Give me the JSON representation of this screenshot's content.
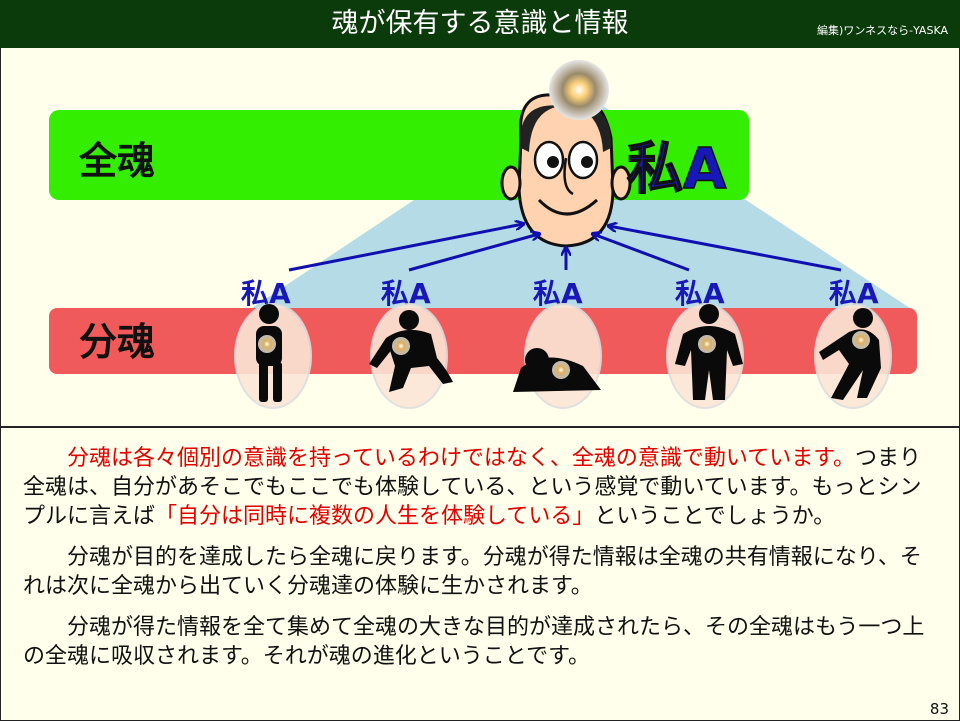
{
  "header": {
    "title": "魂が保有する意識と情報",
    "credit": "編集)ワンネスなら-YASKA"
  },
  "diagram": {
    "zen_label": "全魂",
    "bun_label": "分魂",
    "main_label": "私A",
    "small_labels": [
      "私A",
      "私A",
      "私A",
      "私A",
      "私A"
    ],
    "colors": {
      "zen_band": "#33ee00",
      "bun_band": "#f05a5a",
      "pyramid": "#add8e6",
      "arrow": "#1010b0",
      "label_blue": "#1818b8"
    },
    "icons": [
      "soul-orb-icon",
      "face-icon",
      "silhouette-standing-icon",
      "silhouette-running-icon",
      "silhouette-crouching-icon",
      "silhouette-strong-icon",
      "silhouette-falling-icon"
    ]
  },
  "text": {
    "p1_red1": "分魂は各々個別の意識を持っているわけではなく、全魂の意識で動いています。",
    "p1_black": "つまり全魂は、自分があそこでもここでも体験している、という感覚で動いています。もっとシンプルに言えば",
    "p1_red2": "「自分は同時に複数の人生を体験している」",
    "p1_tail": "ということでしょうか。",
    "p2": "分魂が目的を達成したら全魂に戻ります。分魂が得た情報は全魂の共有情報になり、それは次に全魂から出ていく分魂達の体験に生かされます。",
    "p3": "分魂が得た情報を全て集めて全魂の大きな目的が達成されたら、その全魂はもう一つ上の全魂に吸収されます。それが魂の進化ということです。"
  },
  "page_number": "83"
}
